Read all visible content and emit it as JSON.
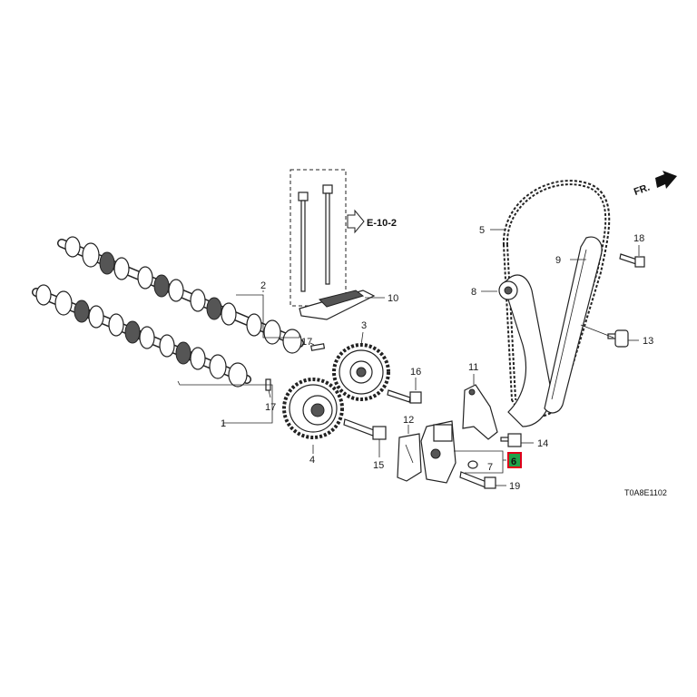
{
  "reference": {
    "text": "E-10-2"
  },
  "direction": {
    "text": "FR."
  },
  "diagram_code": {
    "text": "T0A8E1102"
  },
  "callouts": [
    {
      "id": "1",
      "text": "1"
    },
    {
      "id": "2",
      "text": "2"
    },
    {
      "id": "3",
      "text": "3"
    },
    {
      "id": "4",
      "text": "4"
    },
    {
      "id": "5",
      "text": "5"
    },
    {
      "id": "6",
      "text": "6",
      "highlight": true,
      "highlight_color": "#e0001b",
      "highlight_fill": "#1fa34a"
    },
    {
      "id": "7",
      "text": "7"
    },
    {
      "id": "8",
      "text": "8"
    },
    {
      "id": "9",
      "text": "9"
    },
    {
      "id": "10",
      "text": "10"
    },
    {
      "id": "11",
      "text": "11"
    },
    {
      "id": "12",
      "text": "12"
    },
    {
      "id": "13",
      "text": "13"
    },
    {
      "id": "14",
      "text": "14"
    },
    {
      "id": "15",
      "text": "15"
    },
    {
      "id": "16",
      "text": "16"
    },
    {
      "id": "17a",
      "text": "17"
    },
    {
      "id": "17b",
      "text": "17"
    },
    {
      "id": "18",
      "text": "18"
    },
    {
      "id": "19",
      "text": "19"
    }
  ],
  "icons": {
    "arrow": "fr-arrow-icon",
    "reference_arrow": "reference-arrow-icon"
  }
}
